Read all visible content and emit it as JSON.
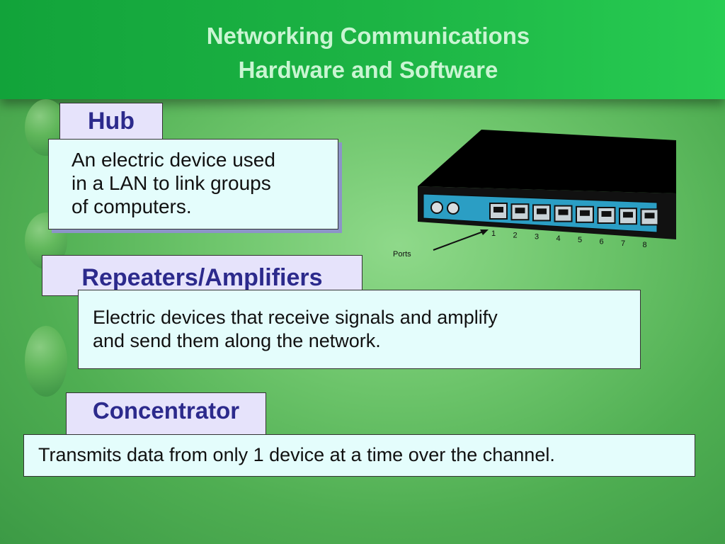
{
  "slide": {
    "title_line1": "Networking Communications",
    "title_line2": "Hardware and Software"
  },
  "hub": {
    "heading": "Hub",
    "text_lines": [
      "An electric device used",
      "in a LAN to link groups",
      "of computers."
    ]
  },
  "repeaters": {
    "heading": "Repeaters/Amplifiers",
    "text_lines": [
      "Electric devices that receive signals and amplify",
      "and send them along the network."
    ]
  },
  "concentrator": {
    "heading": "Concentrator",
    "text": "Transmits data from only 1 device at a time over the channel."
  },
  "hub_image": {
    "label": "Ports",
    "ports": [
      "1",
      "2",
      "3",
      "4",
      "5",
      "6",
      "7",
      "8"
    ],
    "colors": {
      "body": "#000000",
      "panel": "#2b9ec4",
      "port": "#c9d3d8"
    }
  }
}
